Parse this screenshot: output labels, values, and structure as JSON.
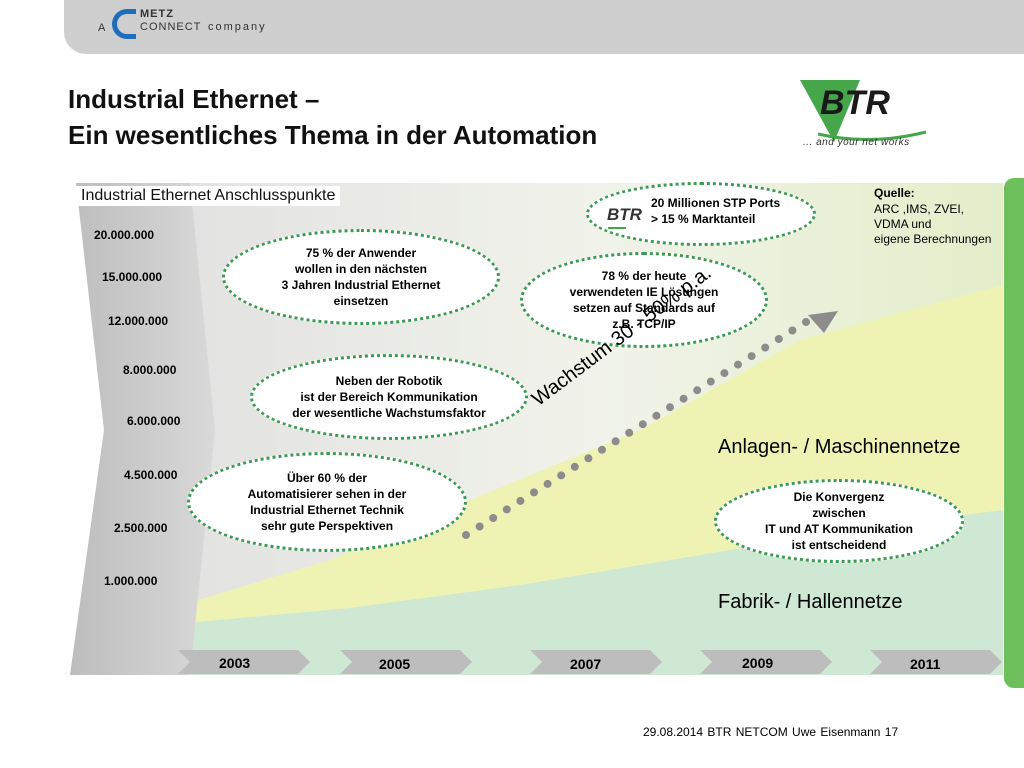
{
  "header": {
    "logo": {
      "a": "A",
      "metz": "METZ",
      "connect": "CONNECT",
      "company": "company"
    },
    "title_line1": "Industrial Ethernet –",
    "title_line2": "Ein wesentliches Thema in der Automation",
    "brand_logo": {
      "name": "BTR",
      "tagline": "... and your net works"
    }
  },
  "diagram": {
    "axis_title": "Industrial Ethernet Anschlusspunkte",
    "y_labels": [
      "20.000.000",
      "15.000.000",
      "12.000.000",
      "8.000.000",
      "6.000.000",
      "4.500.000",
      "2.500.000",
      "1.000.000"
    ],
    "years": [
      "2003",
      "2005",
      "2007",
      "2009",
      "2011"
    ],
    "source": {
      "title": "Quelle:",
      "body": "ARC ,IMS, ZVEI,\nVDMA und\neigene Berechnungen"
    },
    "bubbles": [
      {
        "text": "20 Millionen STP Ports\n> 15 % Marktanteil",
        "has_logo": true,
        "logo_text": "BTR"
      },
      {
        "text": "75 % der Anwender\nwollen in den nächsten\n3 Jahren Industrial Ethernet\neinsetzen"
      },
      {
        "text": "78 % der heute\nverwendeten IE Lösungen\nsetzen auf Standards auf\nz.B. TCP/IP"
      },
      {
        "text": "Neben der Robotik\nist der Bereich Kommunikation\nder wesentliche Wachstumsfaktor"
      },
      {
        "text": "Über 60 % der\nAutomatisierer sehen in der\nIndustrial Ethernet Technik\nsehr gute Perspektiven"
      },
      {
        "text": "Die Konvergenz\nzwischen\nIT und AT Kommunikation\nist entscheidend"
      }
    ],
    "growth_label": "Wachstum 30 - 50% p.a.",
    "area_labels": {
      "upper": "Anlagen- / Maschinennetze",
      "lower": "Fabrik- / Hallennetze"
    },
    "colors": {
      "upper_area": "#eef3b4",
      "lower_area": "#cfe8d3",
      "bubble_border": "#3a9a52",
      "accent_green": "#6cbf5a",
      "arrow_grey": "#8c8c8c"
    }
  },
  "footer": {
    "text": "29.08.2014  BTR NETCOM   Uwe Eisenmann  17"
  }
}
